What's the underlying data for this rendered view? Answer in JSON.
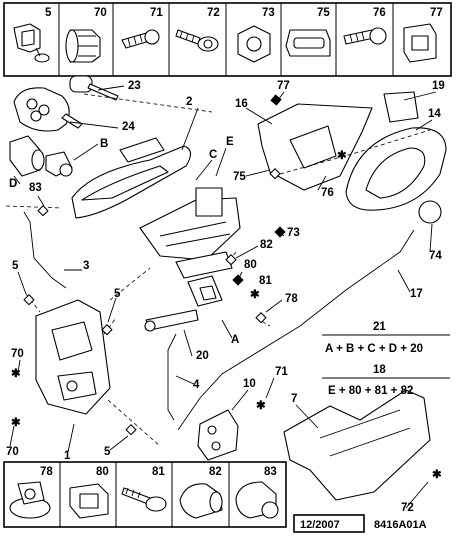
{
  "top_row": [
    "5",
    "70",
    "71",
    "72",
    "73",
    "75",
    "76",
    "77"
  ],
  "bottom_row": [
    "78",
    "80",
    "81",
    "82",
    "83"
  ],
  "callouts": [
    "23",
    "24",
    "2",
    "77",
    "16",
    "19",
    "14",
    "B",
    "C",
    "E",
    "75",
    "76",
    "D",
    "83",
    "73",
    "74",
    "82",
    "3",
    "5",
    "80",
    "81",
    "17",
    "78",
    "5",
    "70",
    "A",
    "20",
    "4",
    "10",
    "71",
    "7",
    "70",
    "1",
    "5",
    "72"
  ],
  "equations": [
    {
      "label": "21",
      "formula": "A + B + C + D + 20"
    },
    {
      "label": "18",
      "formula": "E + 80 + 81 + 82"
    }
  ],
  "footer": {
    "date": "12/2007",
    "code": "8416A01A"
  }
}
